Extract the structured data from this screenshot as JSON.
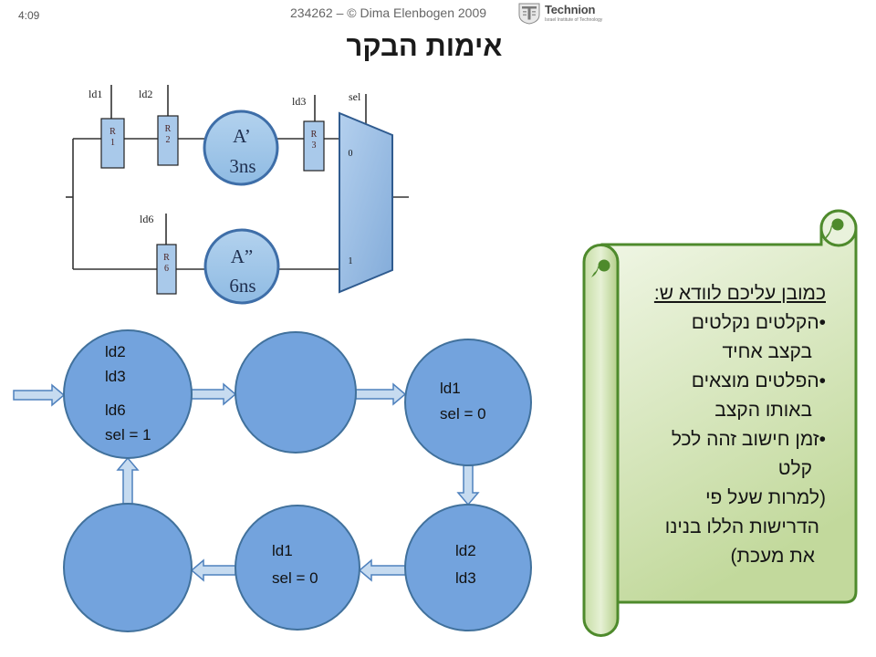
{
  "header": {
    "time": "4:09",
    "copyright": "234262 – © Dima Elenbogen 2009",
    "logo_name": "Technion",
    "logo_subtitle": "Israel Institute of Technology",
    "logo_icon": "technion-emblem"
  },
  "title": "אימות הבקר",
  "circuit": {
    "registers": [
      {
        "r": "R",
        "index": "1",
        "load_signal": "ld1"
      },
      {
        "r": "R",
        "index": "2",
        "load_signal": "ld2"
      },
      {
        "r": "R",
        "index": "3",
        "load_signal": "ld3"
      },
      {
        "r": "R",
        "index": "6",
        "load_signal": "ld6"
      }
    ],
    "units": [
      {
        "name": "A’",
        "delay": "3ns"
      },
      {
        "name": "A”",
        "delay": "6ns"
      }
    ],
    "mux": {
      "select_signal": "sel",
      "input_0": "0",
      "input_1": "1"
    }
  },
  "state_machine": {
    "states": [
      {
        "lines": [
          "ld2",
          "ld3",
          "ld6",
          "sel = 1"
        ]
      },
      {
        "lines": []
      },
      {
        "lines": [
          "ld1",
          "sel = 0"
        ]
      },
      {
        "lines": [
          "ld2",
          "ld3"
        ]
      },
      {
        "lines": [
          "ld1",
          "sel = 0"
        ]
      },
      {
        "lines": []
      }
    ]
  },
  "scroll": {
    "heading": "כמובן עליכם לוודא ש:",
    "bullet_char": "•",
    "bullets": [
      {
        "line1": "הקלטים נקלטים",
        "line2": "בקצב אחיד"
      },
      {
        "line1": "הפלטים מוצאים",
        "line2": "באותו הקצב"
      },
      {
        "line1": "זמן חישוב זהה לכל",
        "line2": "קלט"
      }
    ],
    "note": [
      "(למרות שעל פי",
      "הדרישות הללו בנינו",
      "את מעכת)"
    ]
  },
  "colors": {
    "state_fill": "#73a3dd",
    "state_border": "#41719c",
    "unit_fill": "#9fc5e8",
    "unit_border": "#3e6ea8",
    "register_fill": "#a9c9ea",
    "arrow_fill": "#c6dbf0",
    "scroll_fill": "#dbe9c6",
    "scroll_border": "#4e8a2c"
  }
}
